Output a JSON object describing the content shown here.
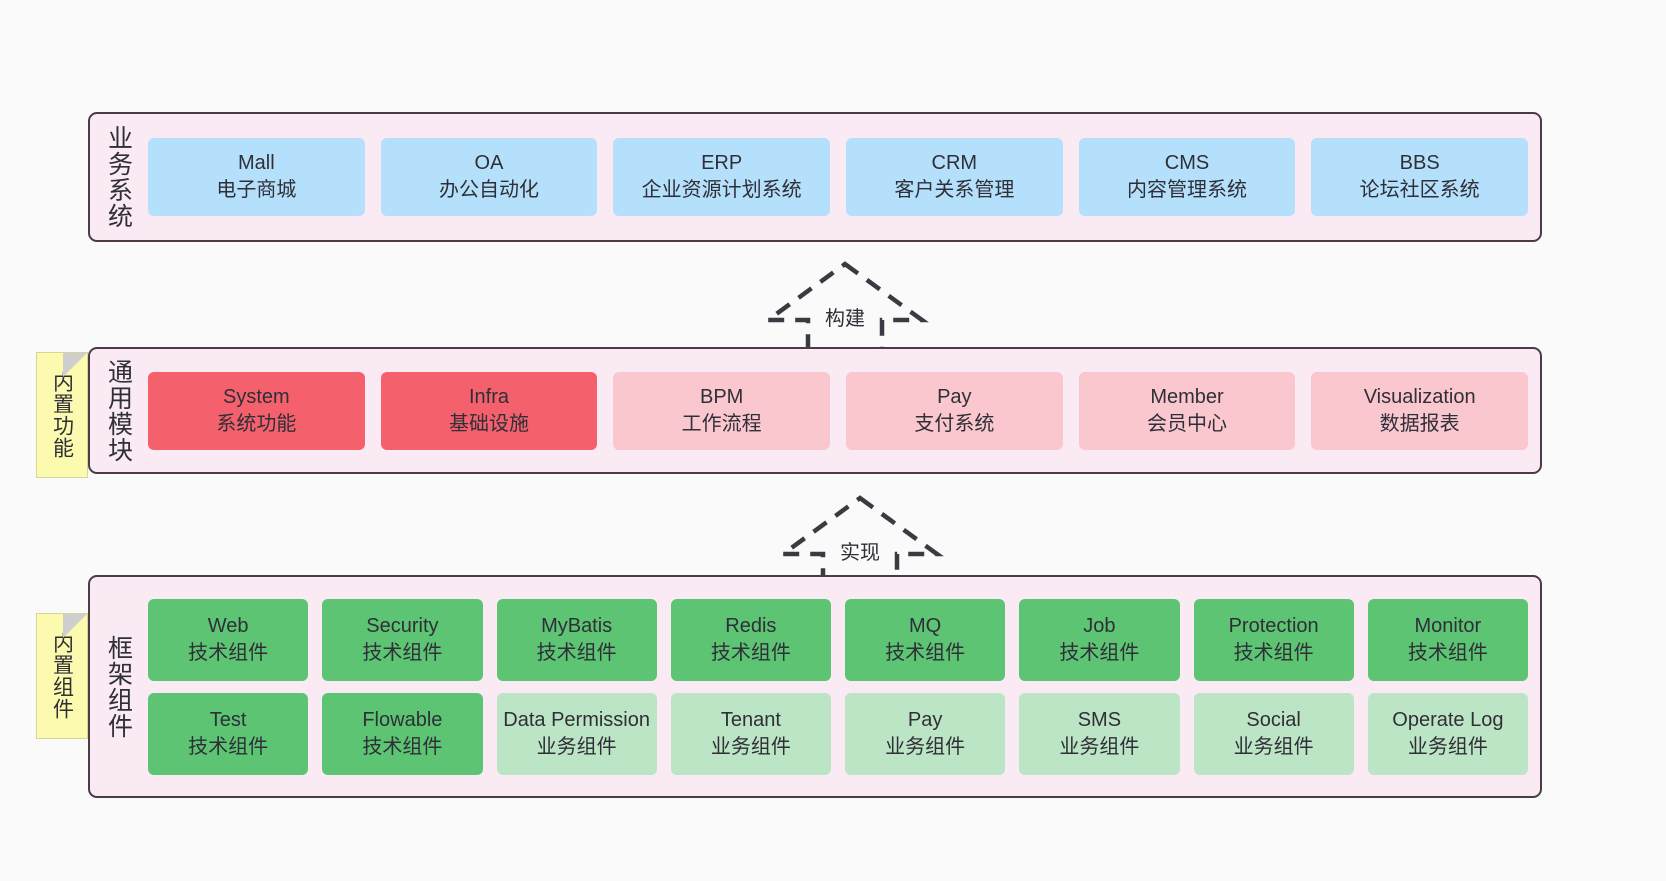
{
  "diagram": {
    "background_color": "#fafafa",
    "band_background": "#f9eaf4",
    "band_border": "#4a3b47"
  },
  "layers": [
    {
      "id": "business",
      "title": "业务系统",
      "card_color": "#b5e0fb",
      "cards": [
        {
          "name": "Mall",
          "sub": "电子商城"
        },
        {
          "name": "OA",
          "sub": "办公自动化"
        },
        {
          "name": "ERP",
          "sub": "企业资源计划系统"
        },
        {
          "name": "CRM",
          "sub": "客户关系管理"
        },
        {
          "name": "CMS",
          "sub": "内容管理系统"
        },
        {
          "name": "BBS",
          "sub": "论坛社区系统"
        }
      ]
    },
    {
      "id": "common",
      "title": "通用模块",
      "cards": [
        {
          "name": "System",
          "sub": "系统功能",
          "color": "#f4616d"
        },
        {
          "name": "Infra",
          "sub": "基础设施",
          "color": "#f4616d"
        },
        {
          "name": "BPM",
          "sub": "工作流程",
          "color": "#fbc7cf"
        },
        {
          "name": "Pay",
          "sub": "支付系统",
          "color": "#fbc7cf"
        },
        {
          "name": "Member",
          "sub": "会员中心",
          "color": "#fbc7cf"
        },
        {
          "name": "Visualization",
          "sub": "数据报表",
          "color": "#fbc7cf"
        }
      ]
    },
    {
      "id": "frame",
      "title": "框架组件",
      "cards": [
        {
          "name": "Web",
          "sub": "技术组件",
          "color": "#5cc472"
        },
        {
          "name": "Security",
          "sub": "技术组件",
          "color": "#5cc472"
        },
        {
          "name": "MyBatis",
          "sub": "技术组件",
          "color": "#5cc472"
        },
        {
          "name": "Redis",
          "sub": "技术组件",
          "color": "#5cc472"
        },
        {
          "name": "MQ",
          "sub": "技术组件",
          "color": "#5cc472"
        },
        {
          "name": "Job",
          "sub": "技术组件",
          "color": "#5cc472"
        },
        {
          "name": "Protection",
          "sub": "技术组件",
          "color": "#5cc472"
        },
        {
          "name": "Monitor",
          "sub": "技术组件",
          "color": "#5cc472"
        },
        {
          "name": "Test",
          "sub": "技术组件",
          "color": "#5cc472"
        },
        {
          "name": "Flowable",
          "sub": "技术组件",
          "color": "#5cc472"
        },
        {
          "name": "Data Permission",
          "sub": "业务组件",
          "color": "#bce5c5"
        },
        {
          "name": "Tenant",
          "sub": "业务组件",
          "color": "#bce5c5"
        },
        {
          "name": "Pay",
          "sub": "业务组件",
          "color": "#bce5c5"
        },
        {
          "name": "SMS",
          "sub": "业务组件",
          "color": "#bce5c5"
        },
        {
          "name": "Social",
          "sub": "业务组件",
          "color": "#bce5c5"
        },
        {
          "name": "Operate Log",
          "sub": "业务组件",
          "color": "#bce5c5"
        }
      ]
    }
  ],
  "notes": [
    {
      "id": "note-common",
      "label": "内置功能",
      "color": "#fcfaae"
    },
    {
      "id": "note-frame",
      "label": "内置组件",
      "color": "#fcfaae"
    }
  ],
  "arrows": [
    {
      "id": "arrow-build",
      "label": "构建",
      "style": "dashed-hollow-up"
    },
    {
      "id": "arrow-impl",
      "label": "实现",
      "style": "dashed-hollow-up"
    }
  ]
}
